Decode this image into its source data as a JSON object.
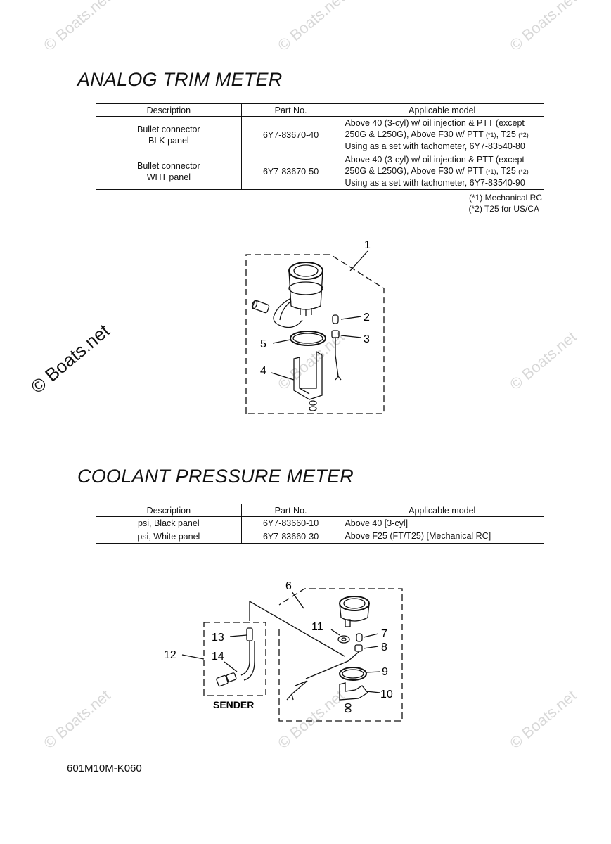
{
  "watermark": "© Boats.net",
  "trim": {
    "title": "ANALOG TRIM METER",
    "headers": [
      "Description",
      "Part No.",
      "Applicable model"
    ],
    "rows": [
      {
        "desc1": "Bullet connector",
        "desc2": "BLK panel",
        "part": "6Y7-83670-40",
        "m1": "Above 40 (3-cyl) w/ oil injection & PTT (except",
        "m2a": "250G & L250G), Above F30 w/ PTT ",
        "m2b": "(*1)",
        "m2c": ", T25 ",
        "m2d": "(*2)",
        "m3": "Using as a set with tachometer, 6Y7-83540-80"
      },
      {
        "desc1": "Bullet connector",
        "desc2": "WHT panel",
        "part": "6Y7-83670-50",
        "m1": "Above 40 (3-cyl) w/ oil injection & PTT (except",
        "m2a": "250G & L250G), Above F30 w/ PTT ",
        "m2b": "(*1)",
        "m2c": ", T25 ",
        "m2d": "(*2)",
        "m3": "Using as a set with tachometer, 6Y7-83540-90"
      }
    ],
    "notes": [
      "(*1) Mechanical RC",
      "(*2) T25 for US/CA"
    ],
    "callouts": [
      "1",
      "2",
      "3",
      "4",
      "5"
    ]
  },
  "coolant": {
    "title": "COOLANT PRESSURE METER",
    "headers": [
      "Description",
      "Part No.",
      "Applicable model"
    ],
    "rows": [
      {
        "desc": "psi, Black panel",
        "part": "6Y7-83660-10",
        "model": "Above 40 [3-cyl]"
      },
      {
        "desc": "psi, White panel",
        "part": "6Y7-83660-30",
        "model": "Above F25 (FT/T25) [Mechanical RC]"
      }
    ],
    "callouts": [
      "6",
      "7",
      "8",
      "9",
      "10",
      "11",
      "12",
      "13",
      "14"
    ],
    "sender_label": "SENDER"
  },
  "footer_code": "601M10M-K060"
}
